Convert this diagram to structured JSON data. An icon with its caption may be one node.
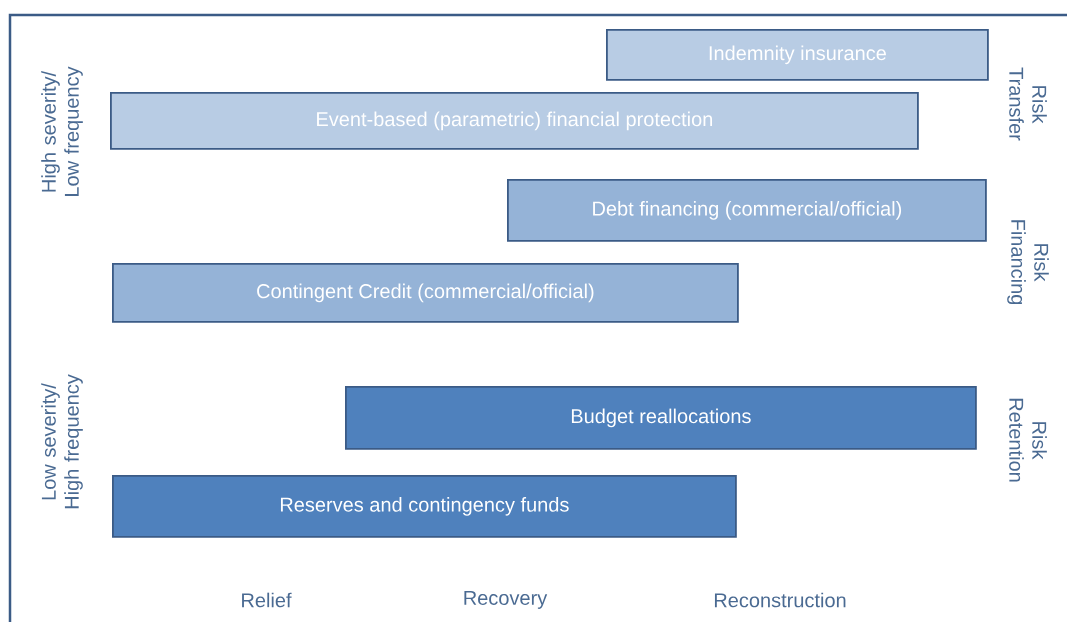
{
  "diagram": {
    "nodes": [
      {
        "text": [
          "Indemnity insurance"
        ]
      },
      {
        "text": [
          "Event-based (parametric) financial protection"
        ]
      },
      {
        "text": [
          "Debt financing (commercial/official)"
        ]
      },
      {
        "text": [
          "Contingent Credit (commercial/official)"
        ]
      },
      {
        "text": [
          "Budget reallocations"
        ]
      },
      {
        "text": [
          "Reserves and contingency funds"
        ]
      }
    ],
    "labels": [
      "High severity/ Low frequency",
      "Risk Transfer",
      "Risk Financing",
      "Low severity/ High frequency",
      "Risk Retention",
      "Relief",
      "Recovery",
      "Reconstruction"
    ]
  }
}
